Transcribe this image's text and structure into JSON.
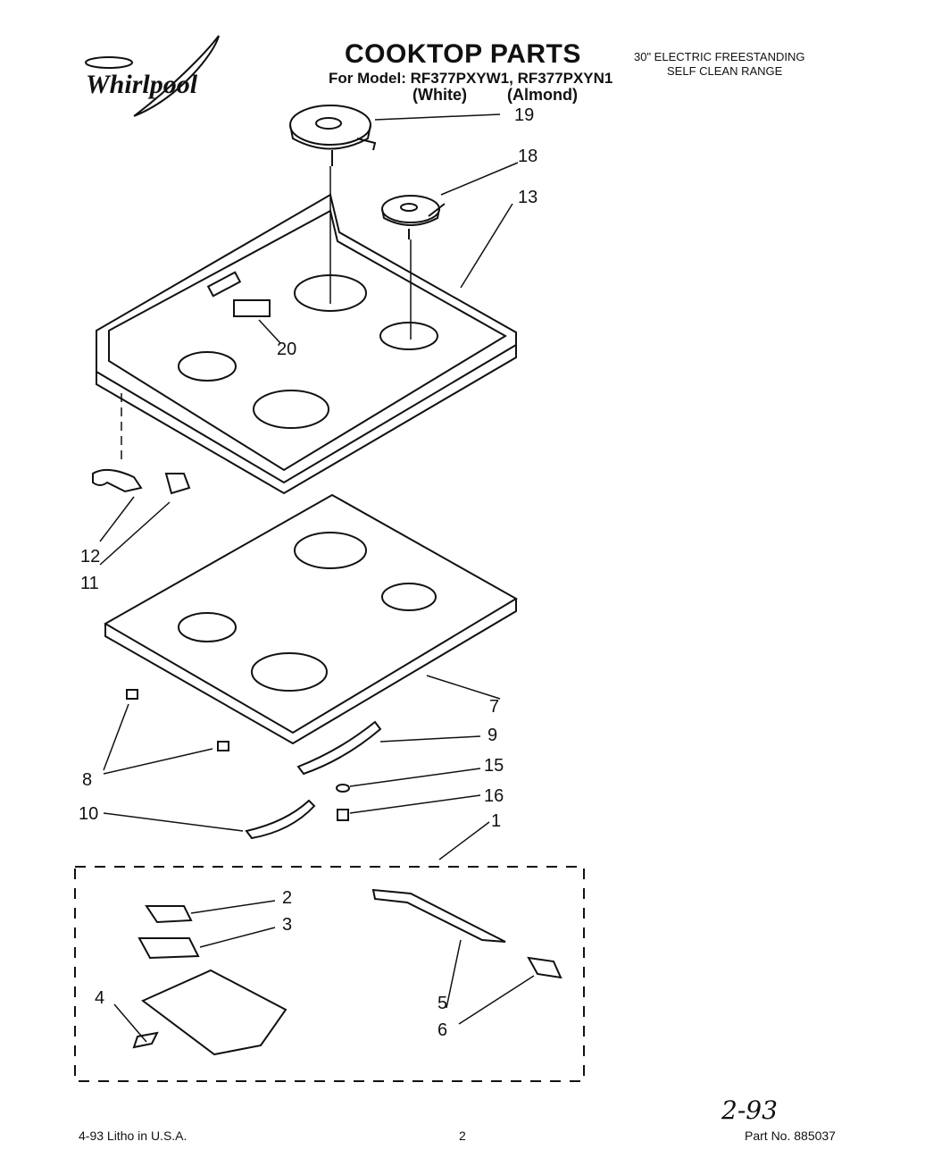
{
  "header": {
    "brand": "Whirlpool",
    "title": "COOKTOP PARTS",
    "model_line": "For Model: RF377PXYW1, RF377PXYN1",
    "variant_white": "(White)",
    "variant_almond": "(Almond)",
    "description_line1": "30\" ELECTRIC FREESTANDING",
    "description_line2": "SELF CLEAN RANGE"
  },
  "callouts": [
    "19",
    "18",
    "13",
    "20",
    "12",
    "11",
    "7",
    "9",
    "15",
    "16",
    "8",
    "10",
    "1",
    "2",
    "3",
    "4",
    "5",
    "6"
  ],
  "footer": {
    "litho": "4-93 Litho in U.S.A.",
    "page_number": "2",
    "part_number": "Part No. 885037",
    "handwritten_date": "2-93"
  }
}
